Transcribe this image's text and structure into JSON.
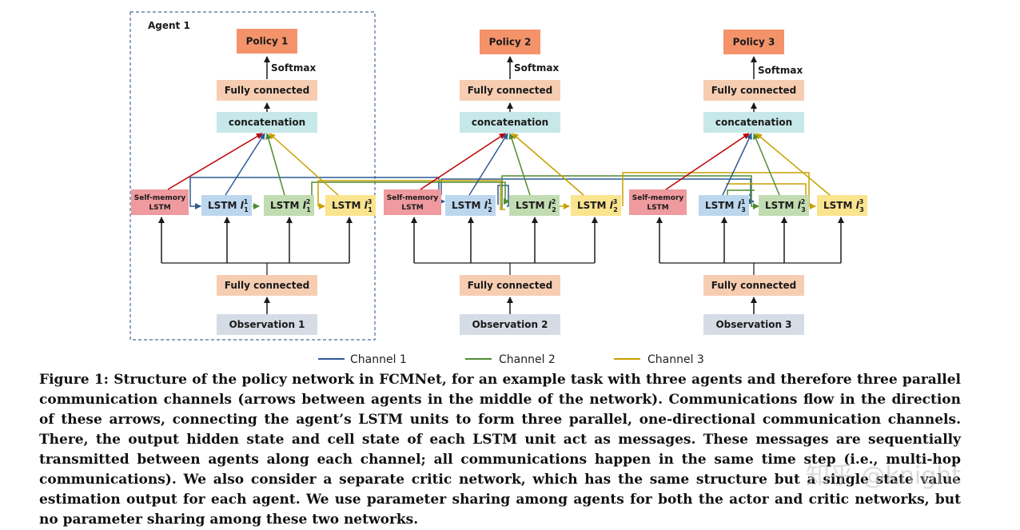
{
  "diagram": {
    "agent_label": "Agent 1",
    "agents": [
      {
        "policy": "Policy 1",
        "softmax": "Softmax",
        "fully_connected_top": "Fully connected",
        "concatenation": "concatenation",
        "self_memory": [
          "Self-memory",
          "LSTM"
        ],
        "lstm_prefix": "LSTM",
        "lstm_sub": "1",
        "fully_connected_bottom": "Fully connected",
        "observation": "Observation 1"
      },
      {
        "policy": "Policy 2",
        "softmax": "Softmax",
        "fully_connected_top": "Fully connected",
        "concatenation": "concatenation",
        "self_memory": [
          "Self-memory",
          "LSTM"
        ],
        "lstm_prefix": "LSTM",
        "lstm_sub": "2",
        "fully_connected_bottom": "Fully connected",
        "observation": "Observation 2"
      },
      {
        "policy": "Policy 3",
        "softmax": "Softmax",
        "fully_connected_top": "Fully connected",
        "concatenation": "concatenation",
        "self_memory": [
          "Self-memory",
          "LSTM"
        ],
        "lstm_prefix": "LSTM",
        "lstm_sub": "3",
        "fully_connected_bottom": "Fully connected",
        "observation": "Observation 3"
      }
    ],
    "lstm_symbol": "l",
    "channel_sups": [
      "1",
      "2",
      "3"
    ],
    "legend": [
      "Channel 1",
      "Channel 2",
      "Channel 3"
    ],
    "colors": {
      "policy": "#f4936a",
      "fully_connected": "#f7cdb2",
      "concatenation": "#c7e8e8",
      "self_memory": "#ee9a9e",
      "lstm_1": "#bcd6ee",
      "lstm_2": "#c2dcb2",
      "lstm_3": "#fbe48e",
      "observation": "#d6dce6",
      "self_arrow": "#c00000",
      "channel_1": "#2e5a94",
      "channel_2": "#4e8c34",
      "channel_3": "#c8a000"
    }
  },
  "caption": "Figure 1: Structure of the policy network in FCMNet, for an example task with three agents and therefore three parallel communication channels (arrows between agents in the middle of the network). Communications flow in the direction of these arrows, connecting the agent’s LSTM units to form three parallel, one-directional communication channels. There, the output hidden state and cell state of each LSTM unit act as messages. These messages are sequentially transmitted between agents along each channel; all communications happen in the same time step (i.e., multi-hop communications). We also consider a separate critic network, which has the same structure but a single state value estimation output for each agent. We use parameter sharing among agents for both the actor and critic networks, but no parameter sharing among these two networks.",
  "watermark": "知乎 @knight"
}
